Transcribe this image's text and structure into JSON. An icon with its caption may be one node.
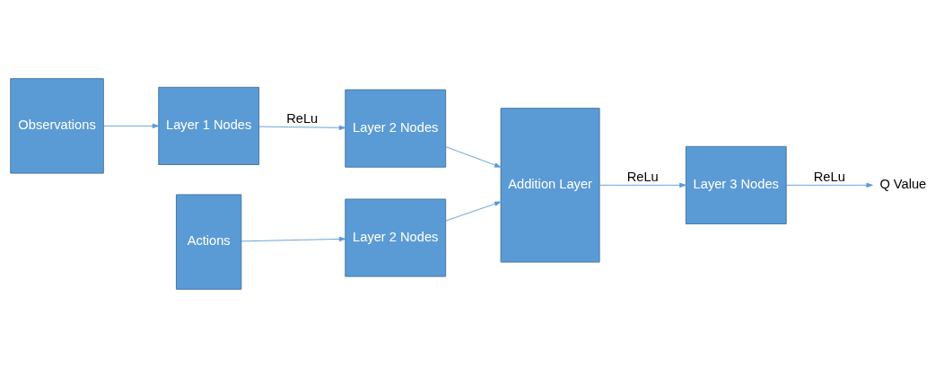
{
  "diagram": {
    "nodes": [
      {
        "text": [
          "Observations"
        ]
      },
      {
        "text": [
          "Layer 1 Nodes"
        ]
      },
      {
        "text": [
          "Layer 2 Nodes"
        ]
      },
      {
        "text": [
          "Actions"
        ]
      },
      {
        "text": [
          "Layer 2 Nodes"
        ]
      },
      {
        "text": [
          "Addition Layer"
        ]
      },
      {
        "text": [
          "Layer 3 Nodes"
        ]
      },
      {
        "text": [
          "Q Value"
        ]
      }
    ],
    "edges": [
      {
        "from": 0,
        "to": 1,
        "arrow": "to"
      },
      {
        "from": 1,
        "to": 2,
        "arrow": "to",
        "label": "ReLu"
      },
      {
        "from": 2,
        "to": 5,
        "arrow": "to"
      },
      {
        "from": 3,
        "to": 4,
        "arrow": "to"
      },
      {
        "from": 4,
        "to": 5,
        "arrow": "to"
      },
      {
        "from": 5,
        "to": 6,
        "arrow": "to",
        "label": "ReLu"
      },
      {
        "from": 6,
        "to": 7,
        "arrow": "to",
        "label": "ReLu"
      }
    ]
  }
}
